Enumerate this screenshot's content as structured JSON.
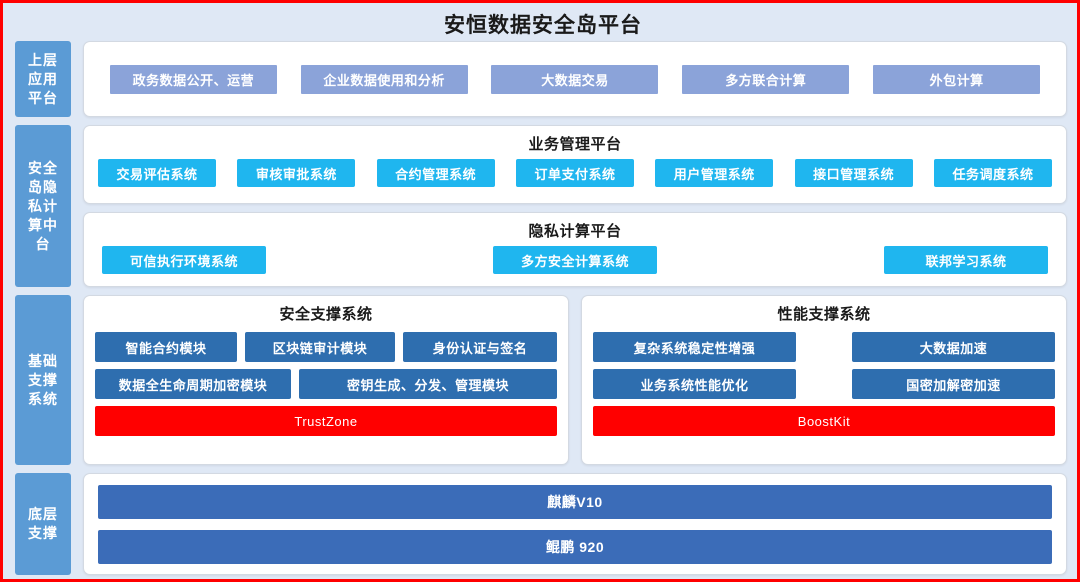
{
  "title": "安恒数据安全岛平台",
  "accent_colors": {
    "background": "#dfe8f5",
    "outer_border": "#ff0000",
    "side_label": "#5b9bd5",
    "app_chip": "#8ba3d9",
    "cyan_chip": "#1fb6ef",
    "blue_chip": "#2e6eaf",
    "red_chip": "#ff0000",
    "navy_chip": "#3b6cb8"
  },
  "layers": {
    "application": {
      "side_label": "上层应用平台",
      "items": [
        "政务数据公开、运营",
        "企业数据使用和分析",
        "大数据交易",
        "多方联合计算",
        "外包计算"
      ]
    },
    "middle": {
      "side_label": "安全岛隐私计算中台",
      "business_platform": {
        "title": "业务管理平台",
        "items": [
          "交易评估系统",
          "审核审批系统",
          "合约管理系统",
          "订单支付系统",
          "用户管理系统",
          "接口管理系统",
          "任务调度系统"
        ]
      },
      "privacy_platform": {
        "title": "隐私计算平台",
        "items": [
          "可信执行环境系统",
          "多方安全计算系统",
          "联邦学习系统"
        ]
      }
    },
    "base": {
      "side_label": "基础支撑系统",
      "security_support": {
        "title": "安全支撑系统",
        "row1": [
          "智能合约模块",
          "区块链审计模块",
          "身份认证与签名"
        ],
        "row2": [
          "数据全生命周期加密模块",
          "密钥生成、分发、管理模块"
        ],
        "highlight": "TrustZone"
      },
      "performance_support": {
        "title": "性能支撑系统",
        "row1": [
          "复杂系统稳定性增强",
          "大数据加速"
        ],
        "row2": [
          "业务系统性能优化",
          "国密加解密加速"
        ],
        "highlight": "BoostKit"
      }
    },
    "bottom": {
      "side_label": "底层支撑",
      "items": [
        "麒麟V10",
        "鲲鹏 920"
      ]
    }
  }
}
